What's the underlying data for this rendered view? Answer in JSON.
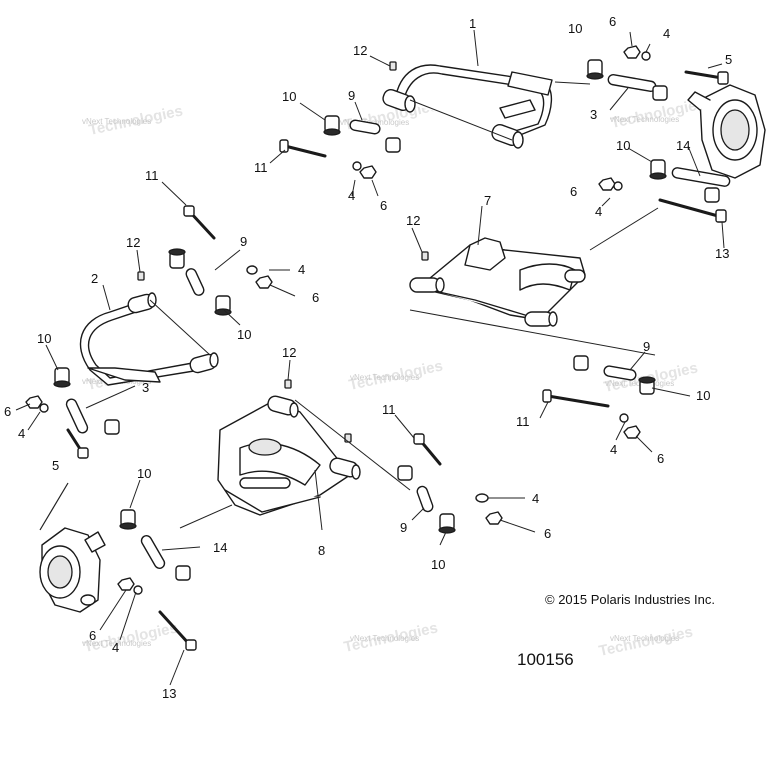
{
  "copyright": "© 2015 Polaris Industries Inc.",
  "diagram_number": "100156",
  "watermark": "vNext Technologies",
  "callouts": {
    "c1": "1",
    "c2": "2",
    "c3": "3",
    "c4": "4",
    "c5": "5",
    "c6": "6",
    "c7": "7",
    "c8": "8",
    "c9": "9",
    "c10": "10",
    "c11": "11",
    "c12": "12",
    "c13": "13",
    "c14": "14"
  }
}
